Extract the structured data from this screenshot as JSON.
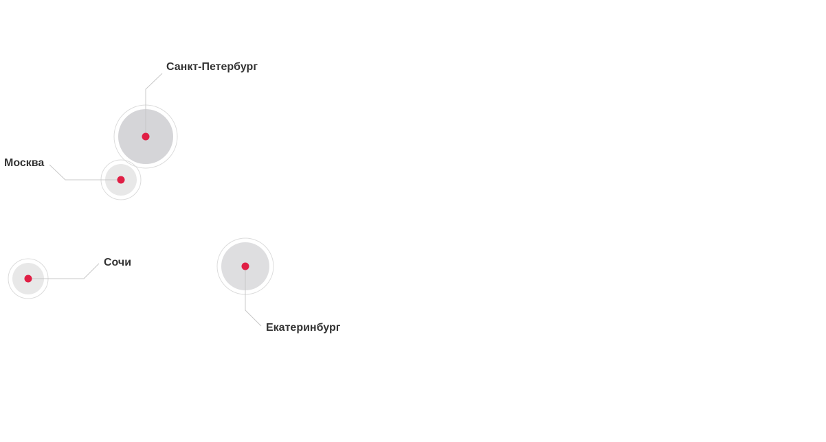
{
  "colors": {
    "dot": "#e01f45",
    "halo_dark": "#d5d5d8",
    "halo_mid": "#dedee0",
    "halo_light": "#e8e8e8",
    "ring": "#dcdcdc",
    "leader": "#c8c8c8",
    "label": "#333333"
  },
  "cities": [
    {
      "id": "spb",
      "name": "Санкт-Петербург"
    },
    {
      "id": "msk",
      "name": "Москва"
    },
    {
      "id": "sochi",
      "name": "Сочи"
    },
    {
      "id": "ekb",
      "name": "Екатеринбург"
    }
  ]
}
